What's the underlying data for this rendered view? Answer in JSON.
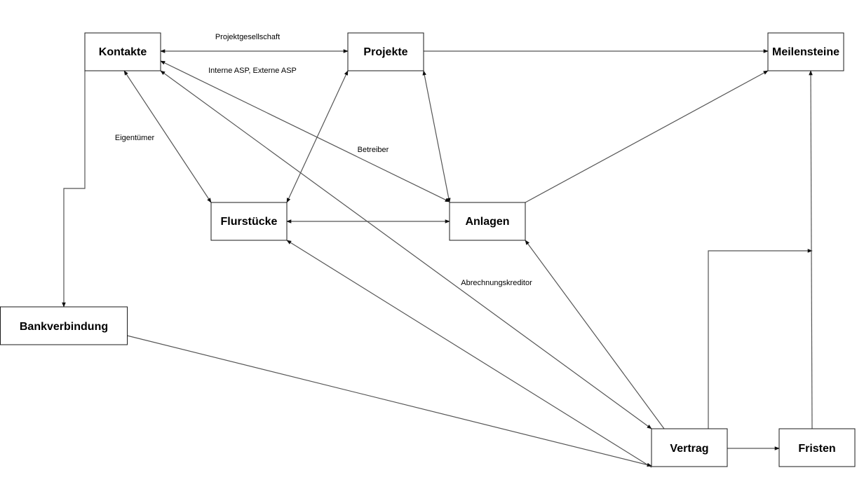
{
  "diagram": {
    "nodes": {
      "kontakte": "Kontakte",
      "projekte": "Projekte",
      "meilensteine": "Meilensteine",
      "flurstuecke": "Flurstücke",
      "anlagen": "Anlagen",
      "bankverbindung": "Bankverbindung",
      "vertrag": "Vertrag",
      "fristen": "Fristen"
    },
    "edge_labels": {
      "projektgesellschaft": "Projektgesellschaft",
      "interne_asp": "Interne ASP, Externe ASP",
      "eigentuemer": "Eigentümer",
      "betreiber": "Betreiber",
      "abrechnungskreditor": "Abrechnungskreditor"
    },
    "colors": {
      "line": "#555555",
      "node_border": "#1a1a1a",
      "background": "#ffffff"
    }
  }
}
